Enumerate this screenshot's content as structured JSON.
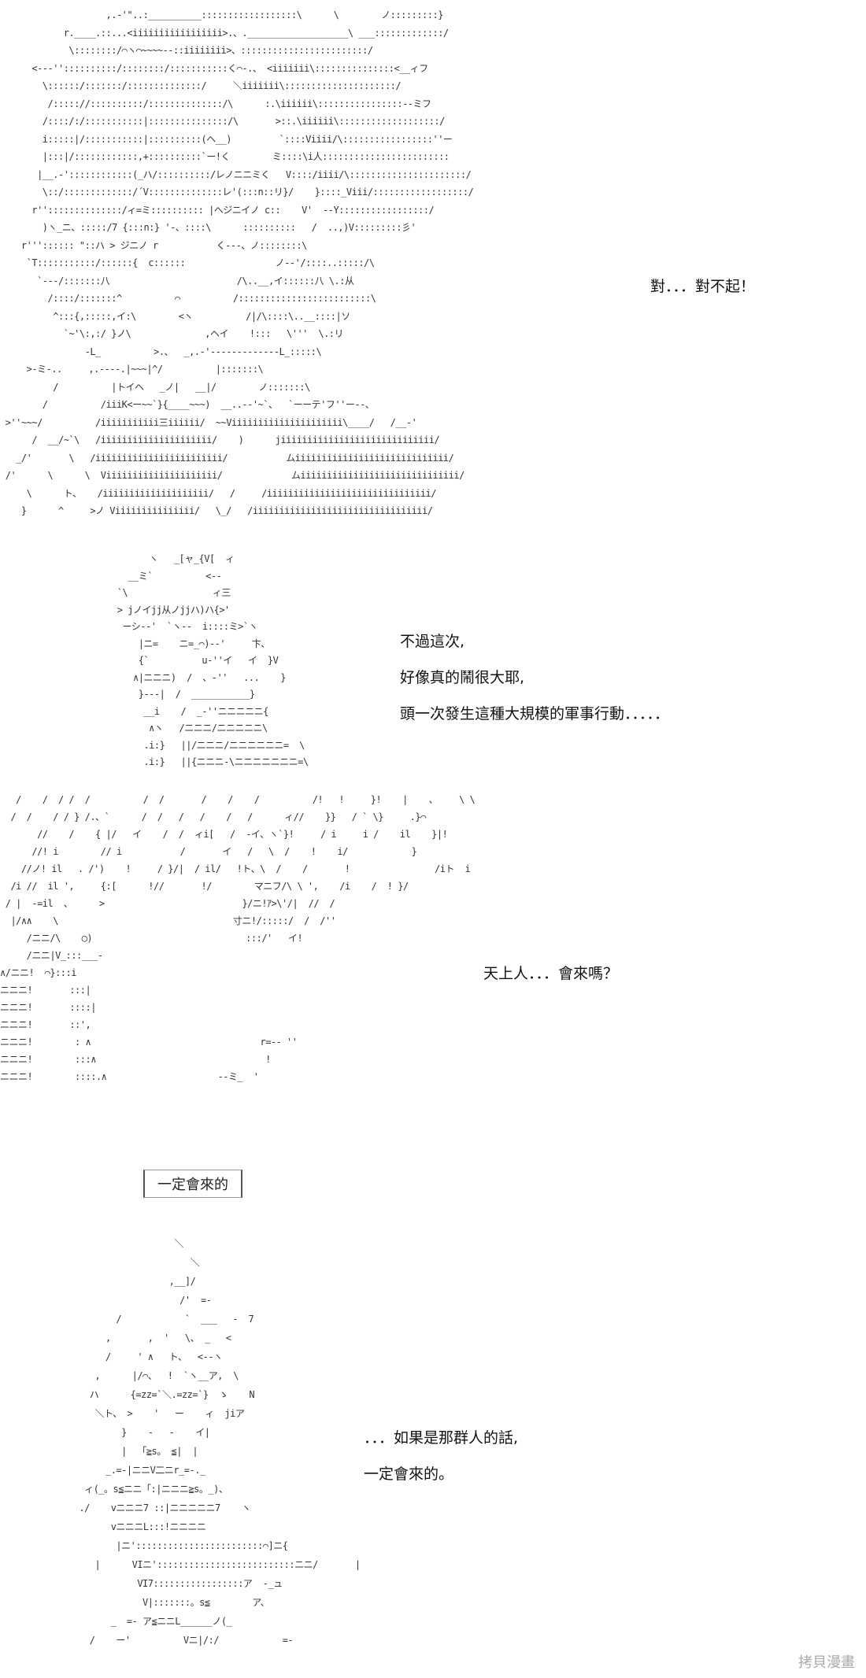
{
  "panels": [
    {
      "art": [
        "                    ,.-'\"..:__________::::::::::::::::::\\      \\        ノ:::::::::}",
        "            r.____.::...<iiiiiiiiiiiiiiiii>.、.___________________\\ ___:::::::::::::/",
        "             \\::::::::/⌒ヽ⌒~~~~--::iiiiiiii>、::::::::::::::::::::::::/",
        "      <--‐''::::::::::/::::::::/:::::::::::く⌒-.、 <iiiiiii\\:::::::::::::::<__ィフ",
        "        \\::::::/:::::::/::::::::::::::/     ＼iiiiiii\\:::::::::::::::::::::/",
        "         /::::://::::::::::/::::::::::::::/\\      :.\\iiiiii\\::::::::::::::::--ミフ",
        "        /::::/:/:::::::::::|:::::::::::::::/\\       >::.\\iiiiii\\:::::::::::::::::::/",
        "        i:::::|/:::::::::::|::::::::::(ヘ__)         `::::Viiii/\\:::::::::::::::::''ー",
        "        |:::|/::::::::::::,+::::::::::`ー!く        ミ::::\\i人::::::::::::::::::::::::",
        "       |__.-'::::::::::::(_ハ/::::::::::/レノニニミく   V::::/iiii/\\::::::::::::::::::::::/",
        "        \\::/:::::::::::::/´V::::::::::::::レ'(:::n::リ}/    }::::_Viii/::::::::::::::::::/",
        "      r''::::::::::::::/ィ=ミ:::::::::: |ヘジニイノ c::    V'  --Y:::::::::::::::::/",
        "        )ヽ_ニ、:::::/7 {:::n:} '-、::::\\      ::::::::::   /  ..,)V:::::::::彡'",
        "    r''':::::: \"::ハ > ジニノ r           く---、ノ::::::::\\",
        "     `T:::::::::::/::::::{  c::::::                 ノ--'/::::..:::::/\\",
        "       `---/:::::::八                        /\\..__,イ::::::八 \\.:从",
        "         /::::/:::::::^          ⌒          /:::::::::::::::::::::::::\\",
        "          ^:::{,:::::,イ:\\        <ヽ          /|/\\::::\\..__::::|ソ",
        "            `~'\\:,:/ }ノ\\              ,ヘイ    !:::   \\'''  \\.:リ",
        "                -L_          >.、  _,.-'-------------L_:::::\\",
        "     >-ミ-..     ,.----.|~~~|^/          |:::::::\\",
        "          /          |トイヘ   _ノ|   __|/        ノ:::::::\\",
        "        /          /iiiK<ー~~`}{____~~~)  __..--'~`、  `ーーテ'フ''ー--、",
        " >''~~~/          /iiiiiiiiiii三iiiiii/  ~~Viiiiiiiiiiiiiiiiiiiii\\____/   /__-'",
        "      /  __/~`\\   /iiiiiiiiiiiiiiiiiiiii/    )      jiiiiiiiiiiiiiiiiiiiiiiiiiiiii/",
        "   _/'       \\   /iiiiiiiiiiiiiiiiiiiiiiii/           ムiiiiiiiiiiiiiiiiiiiiiiiiiiiii/",
        " /'      \\      \\  Viiiiiiiiiiiiiiiiiiiii/             ムiiiiiiiiiiiiiiiiiiiiiiiiiiiiii/",
        "     \\      ト、   /iiiiiiiiiiiiiiiiiiii/   /     /iiiiiiiiiiiiiiiiiiiiiiiiiiiiiii/",
        "    }      ^     >ノ Viiiiiiiiiiiiiii/   \\_/   /iiiiiiiiiiiiiiiiiiiiiiiiiiiiiiiii/"
      ],
      "dialogue": [
        "對．．．對不起！"
      ]
    },
    {
      "art": [
        "              ヽ   _[ャ_{V[  ィ",
        "          __ミ`          <--",
        "        `\\                ィ三",
        "        > jノイjj从ノjjハ)ハ{>'",
        "         ーシ-‐'  `ヽ--  i::::ミ>`ヽ",
        "            |ニ=    ニ=_⌒)--'     卞、",
        "            {`          u-''イ   イ  }V",
        "           ∧|ニニニ)  /  、-''   ...    }",
        "            }---|  /  ___________}",
        "             __i    /  _-''ニニニニニ{",
        "              ∧ヽ   /ニニニ/ニニニニニ\\",
        "             .i:}   ||/ニニニ/ニニニニニニ=  \\",
        "             .i:}   ||{ニニニ-\\ニニニニニニニ=\\"
      ],
      "dialogue": [
        "不過這次,",
        "好像真的鬧很大耶,",
        "頭一次發生這種大規模的軍事行動．．．．．"
      ]
    },
    {
      "art": [
        "   /    /  / /  /          /  /       /    /    /          /!   !     }!    |    、    \\ \\",
        "  /  /    / / } /.、`      /  /   /   /    /   /      ィ//    }}   / ` \\}     .}⌒",
        "       //    /    { |/   イ    /  /  ィi[   /  -イ、ヽ`}!     / i     i /    il    }|!",
        "      //! i        // i           /       イ   /   \\  /    !    i/            }",
        "    //ノ! il   . /')    !     / }/|  / il/   !ト、\\  /    /       !                /iト  i",
        "  /i //  il ',     {:[      !//       !/        マニフ/\\ \\ ',    /i    /  ! }/",
        " / |  -=il  、     >                          }/ニ!ｱ>\\'/|  //  /",
        "  |/∧∧    \\                                 寸ニ!/:::::/  /  /''",
        "     /ニニ/\\    ◯)                             :::/'   イ!",
        "     /ニニ|V_:::___-",
        "∧/ニニ!  ⌒}:::i",
        "ニニニ!       :::|",
        "ニニニ!       ::::|",
        "ニニニ!       ::',",
        "ニニニ!        : ∧                                r=-‐ ''",
        "ニニニ!        :::∧                                !",
        "ニニニ!        ::::.∧                     --ミ_  '"
      ],
      "dialogue": [
        "天上人．．．會來嗎？"
      ]
    },
    {
      "caption_box": "一定會來的",
      "art": [
        "                        ＼",
        "                           ＼",
        "                       ,__]/",
        "                         /'  =-",
        "             /            `  ___   -  7",
        "           ,       ,  '   \\、 _   <",
        "           /     ' ∧   ト、  <-‐ヽ",
        "         ,      |/⌒、  !  `ヽ__ア,  \\",
        "        ハ      {=zz=`＼.=zz=`}  ゝ    N",
        "         ＼ト、 >    '   ー    ィ  jiア",
        "              }    -   -    イ|",
        "              |  「≧s。 ≦|  |",
        "           _.=-|ニニV二ニr_=-._",
        "       ィ(_。s≦ニニ「:|ニニニ≧s。_)、",
        "      ./    vニニニ7 ::|ニニニニニ7    ヽ",
        "            vニニニL:::!ニニニニ",
        "             |ニ'::::::::::::::::::::::::⌒]ニ{",
        "         |      VIニ'::::::::::::::::::::::::::ニニ/       |",
        "                 VI7:::::::::::::::::ア  -_ュ",
        "                  V|:::::::。s≦        ア、",
        "            _  =- ア≦ニニL______ノ(_",
        "        /    ー'          Vニ|/:/            =-"
      ],
      "dialogue": [
        "．．．如果是那群人的話,",
        "一定會來的。"
      ]
    }
  ],
  "watermark": "拷貝漫畫"
}
